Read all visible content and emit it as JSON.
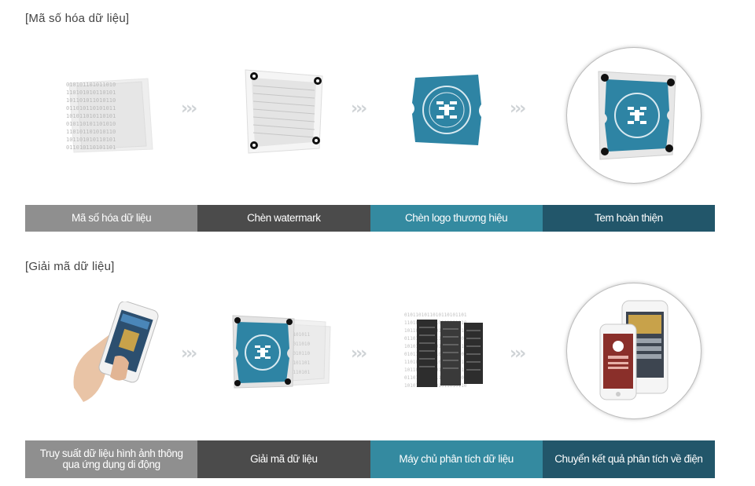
{
  "section1": {
    "title": "[Mã số hóa dữ liệu]",
    "steps": [
      {
        "label": "Mã số hóa dữ liệu",
        "color": "#8f8f8f"
      },
      {
        "label": "Chèn watermark",
        "color": "#4b4b4b"
      },
      {
        "label": "Chèn logo thương hiệu",
        "color": "#348aa0"
      },
      {
        "label": "Tem hoàn thiện",
        "color": "#22566a"
      }
    ]
  },
  "section2": {
    "title": "[Giải mã dữ liệu]",
    "steps": [
      {
        "label": "Truy suất dữ liệu hình ảnh thông qua ứng dụng di động",
        "color": "#8f8f8f"
      },
      {
        "label": "Giải mã dữ liệu",
        "color": "#4b4b4b"
      },
      {
        "label": "Máy chủ phân tích dữ liệu",
        "color": "#348aa0"
      },
      {
        "label": "Chuyển kết quả phân tích về điện",
        "color": "#22566a"
      }
    ]
  },
  "arrow_glyph": "›››",
  "icons": [
    "binary-data-icon",
    "watermark-plate-icon",
    "brand-logo-label-icon",
    "finished-stamp-icon",
    "smartphone-in-hand-icon",
    "decoded-stamp-icon",
    "server-rack-icon",
    "phones-result-icon"
  ]
}
